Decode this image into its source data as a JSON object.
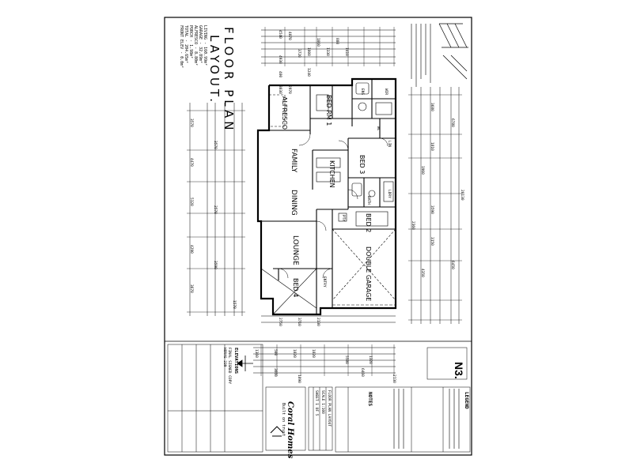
{
  "sheet": {
    "title_line1": "FLOOR PLAN",
    "title_line2": "LAYOUT.",
    "north_label": "N3.",
    "brand_name": "Coral Homes",
    "brand_tagline": "Built on trust"
  },
  "areas": [
    "LIVING - 160.99m²",
    "GARAGE - 32.89m²",
    "ALFRESCO - 8.80m²",
    "PORCH - 1.98m²",
    "TOTAL - 204.65m²",
    "FRONT ELEV - 0.0m²"
  ],
  "rooms": {
    "family": "FAMILY",
    "dining": "DINING",
    "lounge": "LOUNGE",
    "kitchen": "KITCHEN",
    "bed1": "BED RM 1",
    "bed3": "BED 3",
    "bed2": "BED 2",
    "bed4": "BED 4",
    "garage": "DOUBLE GARAGE",
    "alfresco": "ALFRESCO",
    "ens": "ENS",
    "wir": "WIR",
    "bath": "BATH",
    "ldry": "LDRY",
    "wc": "WC",
    "lin": "LIN",
    "pty": "PTY",
    "entry": "ENTRY"
  },
  "dims_top": [
    "4540",
    "4070",
    "4930",
    "400",
    "3030",
    "2970",
    "3720",
    "1800",
    "1240",
    "1060",
    "1330",
    "880",
    "1410"
  ],
  "dims_bottom": [
    "2750",
    "3710",
    "2130",
    "1360",
    "500",
    "1820",
    "1820",
    "5580",
    "1320",
    "3660",
    "6460",
    "2130",
    "1890"
  ],
  "dims_left": [
    "3570",
    "4470",
    "5120",
    "4290",
    "3670",
    "3570",
    "2570",
    "3590",
    "1570"
  ],
  "dims_right": [
    "6780",
    "3680",
    "6450",
    "20130",
    "3150",
    "4350",
    "3590",
    "1810",
    "1960",
    "2360"
  ],
  "notes_heading": "NOTES",
  "legend_heading": "LEGEND",
  "title_block_heading": "ELEVATIONS",
  "title_block_lines": [
    "FINAL SIGNED COPY",
    "HORAS 239",
    "FLOOR PLAN LAYOUT",
    "SCALE 1:100",
    "SHEET 1 OF 5"
  ]
}
